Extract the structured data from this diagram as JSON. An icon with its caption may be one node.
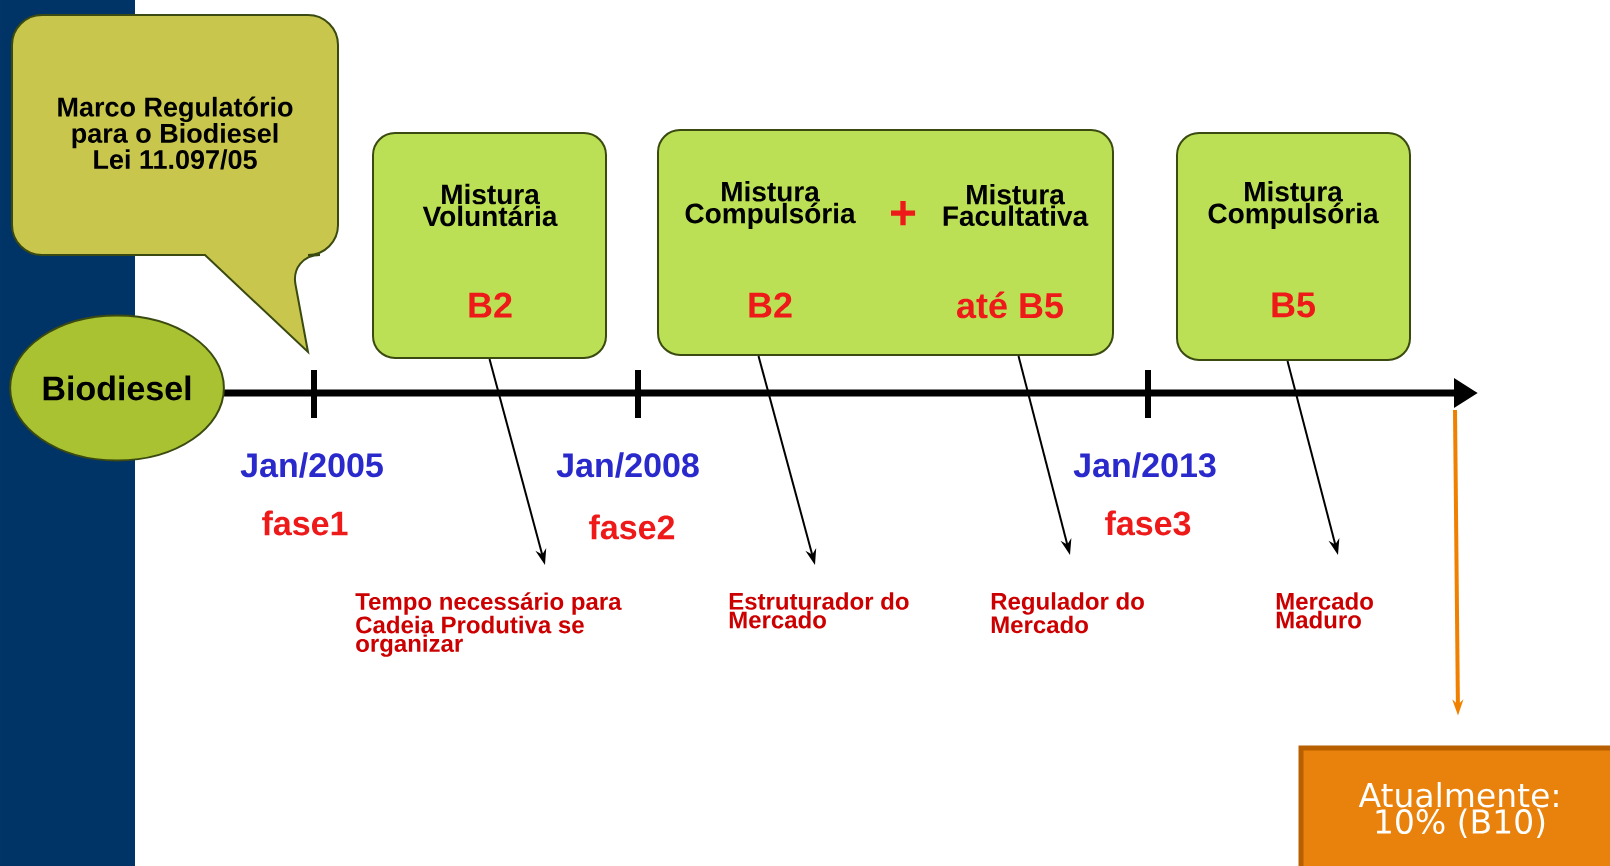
{
  "diagram": {
    "nodes": [
      {
        "text": [
          "Marco Regulatório para o Biodiesel Lei 11.097/05"
        ]
      },
      {
        "text": [
          "Biodiesel"
        ]
      },
      {
        "text": [
          "Mistura Voluntária",
          "B2"
        ]
      },
      {
        "text": [
          "Mistura Compulsória",
          "B2",
          "+",
          "Mistura Facultativa",
          "até B5"
        ]
      },
      {
        "text": [
          "Mistura Compulsória",
          "B5"
        ]
      },
      {
        "text": [
          "Tempo necessário para Cadeia Produtiva se organizar"
        ]
      },
      {
        "text": [
          "Estruturador do Mercado"
        ]
      },
      {
        "text": [
          "Regulador do Mercado"
        ]
      },
      {
        "text": [
          "Mercado Maduro"
        ]
      },
      {
        "text": [
          "Atualmente: 10% (B10)"
        ]
      },
      {
        "text": [],
        "shape": "bar"
      }
    ],
    "edges": [
      {
        "from": 2,
        "to": 5,
        "arrow": "to"
      },
      {
        "from": 3,
        "to": 6,
        "arrow": "to"
      },
      {
        "from": 3,
        "to": 7,
        "arrow": "to"
      },
      {
        "from": 4,
        "to": 8,
        "arrow": "to"
      },
      {
        "from": null,
        "to": 9,
        "arrow": "to",
        "color": "#f08000"
      }
    ],
    "labels": [
      "Jan/2005",
      "fase1",
      "Jan/2008",
      "fase2",
      "Jan/2013",
      "fase3"
    ]
  }
}
